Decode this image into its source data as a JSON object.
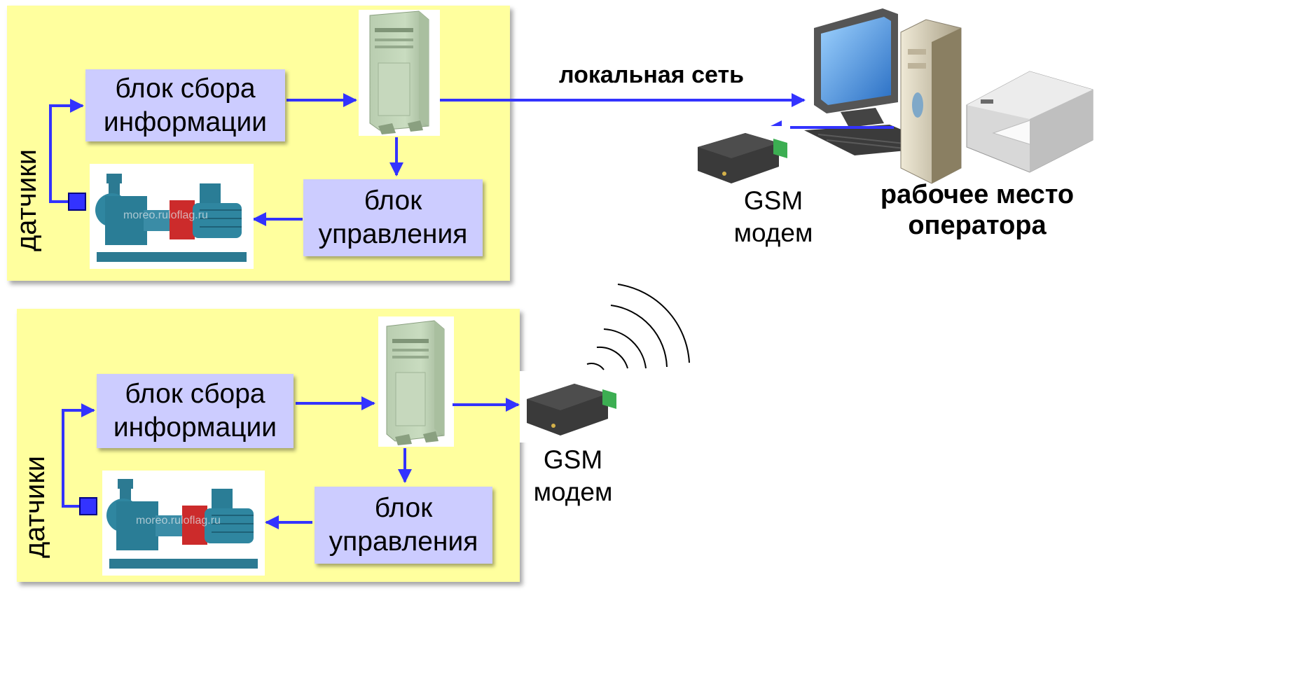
{
  "system_top": {
    "sensors_label": "датчики",
    "collector_label": "блок сбора\nинформации",
    "control_label": "блок\nуправления"
  },
  "system_bottom": {
    "sensors_label": "датчики",
    "collector_label": "блок сбора\nинформации",
    "control_label": "блок\nуправления"
  },
  "network_label": "локальная сеть",
  "operator_label": "рабочее место\nоператора",
  "gsm_top_label": "GSM\nмодем",
  "gsm_bottom_label": "GSM\nмодем",
  "pump_watermark": "moreo.ruloflag.ru",
  "colors": {
    "panel": "#ffff9e",
    "box": "#ccccff",
    "arrow": "#3333ff"
  }
}
